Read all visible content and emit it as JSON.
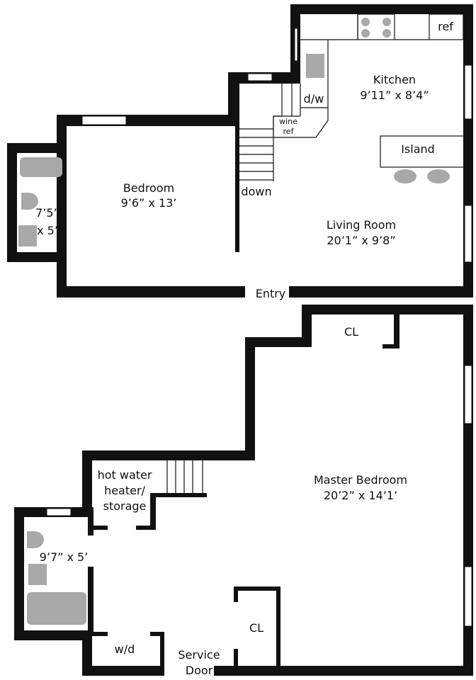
{
  "plan": {
    "upper": {
      "kitchen": {
        "name": "Kitchen",
        "dims": "9’11” x 8’4”"
      },
      "ref": "ref",
      "dw": "d/w",
      "wine_ref": [
        "wine",
        "ref"
      ],
      "island": "Island",
      "bedroom": {
        "name": "Bedroom",
        "dims": "9’6” x 13’"
      },
      "bath": {
        "dims_1": "7’5”",
        "dims_2": "x 5’"
      },
      "stairs": "down",
      "living_room": {
        "name": "Living Room",
        "dims": "20’1” x 9’8”"
      },
      "entry": "Entry"
    },
    "lower": {
      "closet_top": "CL",
      "master_bedroom": {
        "name": "Master Bedroom",
        "dims": "20’2” x 14’1’"
      },
      "storage": [
        "hot water",
        "heater/",
        "storage"
      ],
      "bath": {
        "dims": "9’7” x 5’"
      },
      "wd": "w/d",
      "service_door": [
        "Service",
        "Door"
      ],
      "closet_bottom": "CL"
    }
  }
}
